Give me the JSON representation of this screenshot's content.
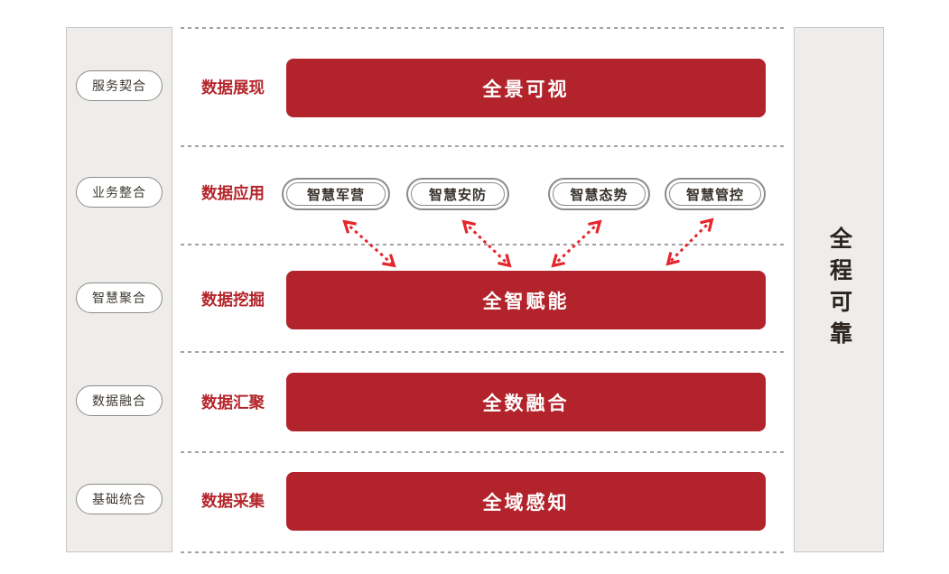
{
  "left_sidebar": {
    "items": [
      "服务契合",
      "业务整合",
      "智慧聚合",
      "数据融合",
      "基础统合"
    ]
  },
  "rows": [
    {
      "label": "数据展现",
      "bar": "全景可视"
    },
    {
      "label": "数据应用",
      "pills": [
        "智慧军营",
        "智慧安防",
        "智慧态势",
        "智慧管控"
      ]
    },
    {
      "label": "数据挖掘",
      "bar": "全智赋能"
    },
    {
      "label": "数据汇聚",
      "bar": "全数融合"
    },
    {
      "label": "数据采集",
      "bar": "全域感知"
    }
  ],
  "right_sidebar": {
    "label": "全程可靠"
  },
  "colors": {
    "bar_red": "#b2232b",
    "label_red": "#b5262c",
    "arrow_red": "#e5262b",
    "panel_gray": "#eeedeb",
    "pill_border_gray": "#8b8b8b"
  }
}
